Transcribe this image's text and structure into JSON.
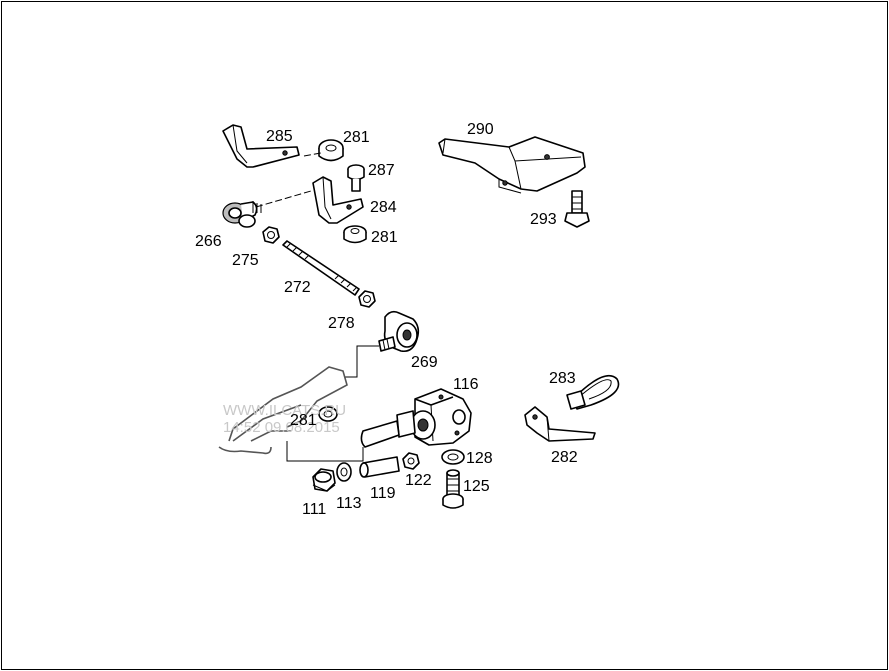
{
  "diagram": {
    "labels": {
      "p116": "116",
      "p111": "111",
      "p113": "113",
      "p119": "119",
      "p122": "122",
      "p125": "125",
      "p128": "128",
      "p266": "266",
      "p269": "269",
      "p272": "272",
      "p275": "275",
      "p278": "278",
      "p281a": "281",
      "p281b": "281",
      "p281c": "281",
      "p282": "282",
      "p283": "283",
      "p284": "284",
      "p285": "285",
      "p287": "287",
      "p290": "290",
      "p293": "293"
    },
    "watermark": {
      "line1": "WWW.ILCATS.RU",
      "line2": "14:52 09.08.2015"
    },
    "colors": {
      "line": "#000000",
      "background": "#ffffff",
      "watermark": "#c8c8c8"
    }
  }
}
